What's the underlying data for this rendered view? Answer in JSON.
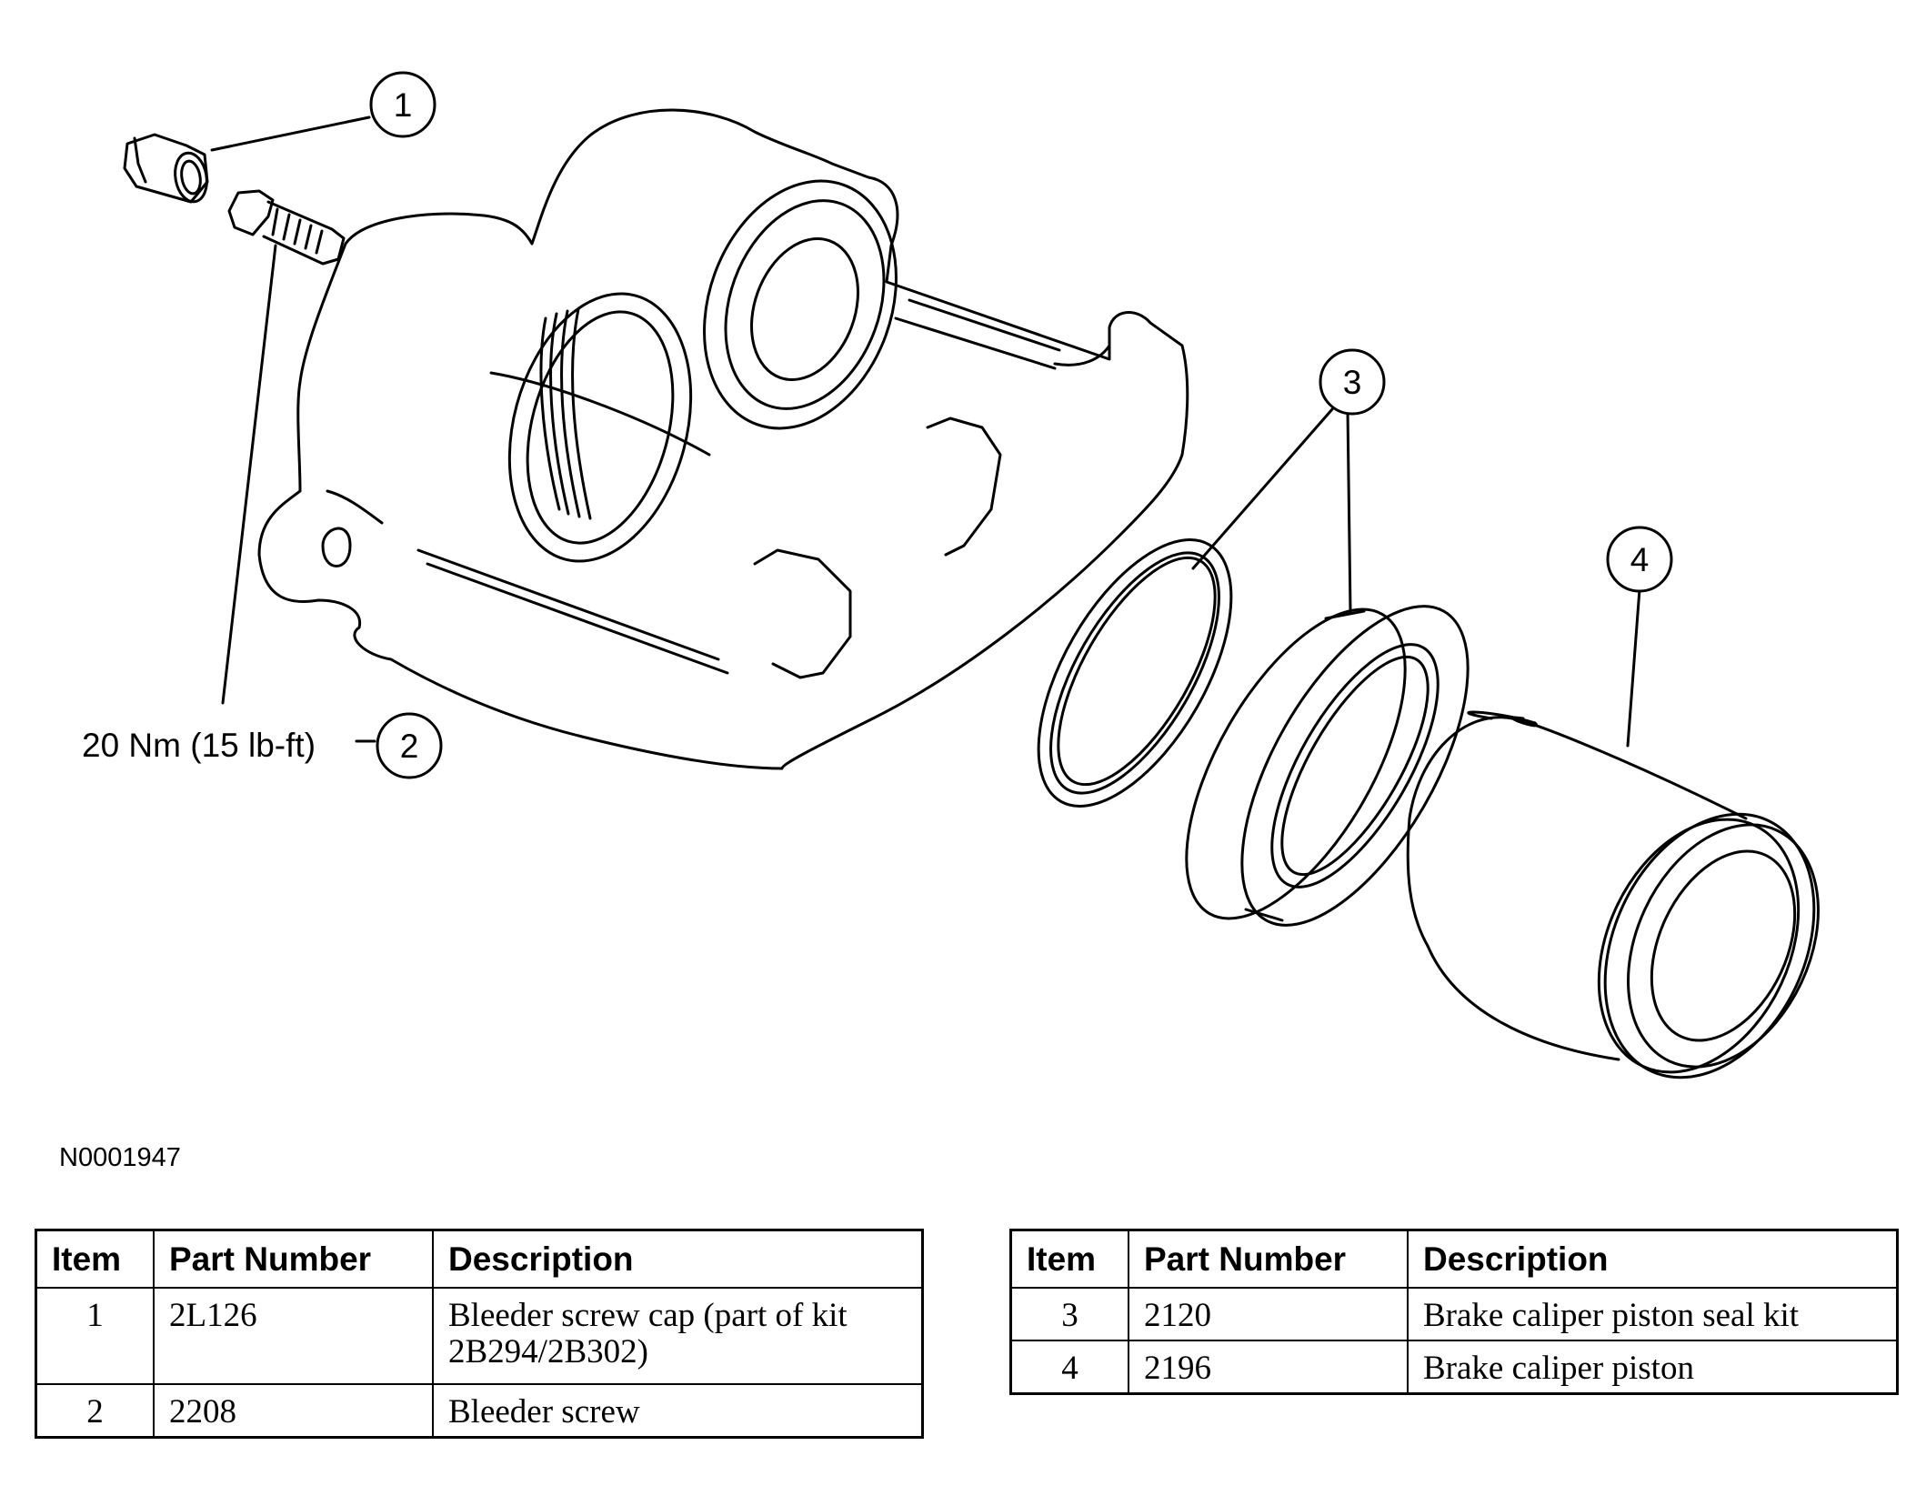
{
  "diagram": {
    "callouts": [
      {
        "number": "1"
      },
      {
        "number": "2"
      },
      {
        "number": "3"
      },
      {
        "number": "4"
      }
    ],
    "torque_label": "20 Nm (15 lb-ft)",
    "figure_code": "N0001947"
  },
  "tables": {
    "left": {
      "headers": {
        "item": "Item",
        "part": "Part Number",
        "desc": "Description"
      },
      "rows": [
        {
          "item": "1",
          "part": "2L126",
          "desc": "Bleeder screw cap (part of kit 2B294/2B302)"
        },
        {
          "item": "2",
          "part": "2208",
          "desc": "Bleeder screw"
        }
      ]
    },
    "right": {
      "headers": {
        "item": "Item",
        "part": "Part Number",
        "desc": "Description"
      },
      "rows": [
        {
          "item": "3",
          "part": "2120",
          "desc": "Brake caliper piston seal kit"
        },
        {
          "item": "4",
          "part": "2196",
          "desc": "Brake caliper piston"
        }
      ]
    }
  }
}
